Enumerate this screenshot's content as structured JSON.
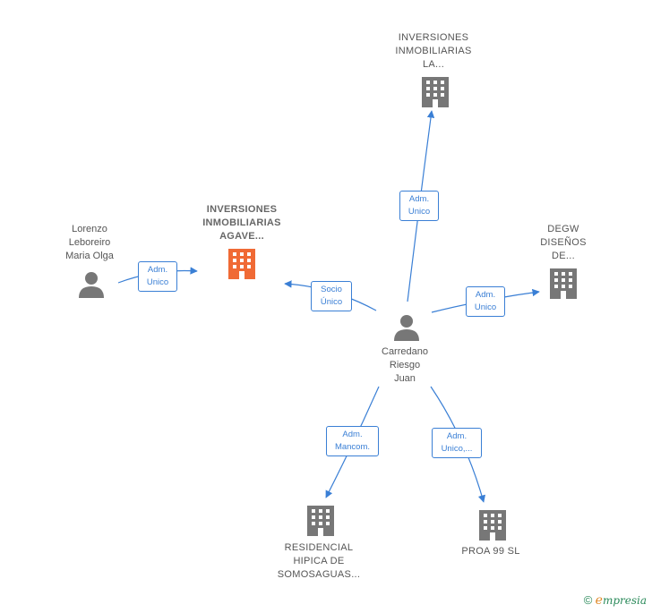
{
  "colors": {
    "edge": "#3a7fd5",
    "building_default": "#777777",
    "building_focus": "#f06a35",
    "person": "#777777"
  },
  "nodes": {
    "inversiones_la": {
      "label": "INVERSIONES\nINMOBILIARIAS\nLA..."
    },
    "inversiones_agave": {
      "label": "INVERSIONES\nINMOBILIARIAS\nAGAVE..."
    },
    "degw": {
      "label": "DEGW\nDISEÑOS\nDE..."
    },
    "lorenzo": {
      "label": "Lorenzo\nLeboreiro\nMaria Olga"
    },
    "carredano": {
      "label": "Carredano\nRiesgo\nJuan"
    },
    "residencial": {
      "label": "RESIDENCIAL\nHIPICA DE\nSOMOSAGUAS..."
    },
    "proa": {
      "label": "PROA 99 SL"
    }
  },
  "edges": {
    "carredano_la": {
      "label": "Adm.\nUnico"
    },
    "carredano_agave": {
      "label": "Socio\nÚnico"
    },
    "lorenzo_agave": {
      "label": "Adm.\nUnico"
    },
    "carredano_degw": {
      "label": "Adm.\nUnico"
    },
    "carredano_residencial": {
      "label": "Adm.\nMancom."
    },
    "carredano_proa": {
      "label": "Adm.\nUnico,..."
    }
  },
  "brand": {
    "copyright": "©",
    "initial": "e",
    "rest": "mpresia"
  }
}
